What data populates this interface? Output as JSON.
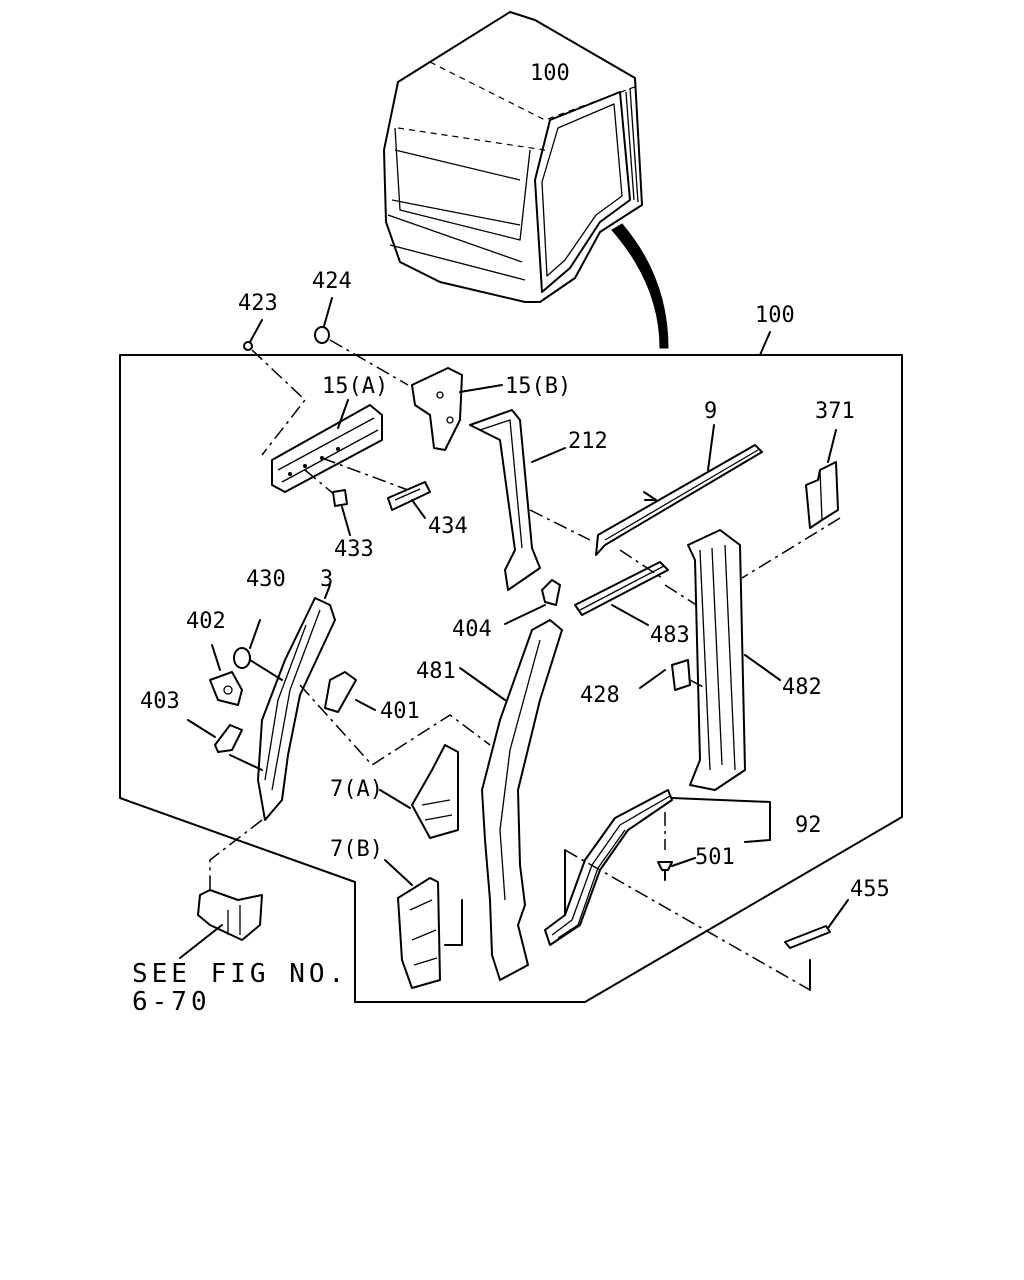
{
  "labels": {
    "cab_ref": "100",
    "frame_ref": "100",
    "p423": "423",
    "p424": "424",
    "p15a": "15(A)",
    "p15b": "15(B)",
    "p212": "212",
    "p9": "9",
    "p371": "371",
    "p434": "434",
    "p433": "433",
    "p430": "430",
    "p3": "3",
    "p402": "402",
    "p403": "403",
    "p401": "401",
    "p404": "404",
    "p483": "483",
    "p481": "481",
    "p428": "428",
    "p482": "482",
    "p7a": "7(A)",
    "p7b": "7(B)",
    "p92": "92",
    "p501": "501",
    "p455": "455"
  },
  "note": {
    "line1": "SEE FIG NO.",
    "line2": "6-70"
  }
}
